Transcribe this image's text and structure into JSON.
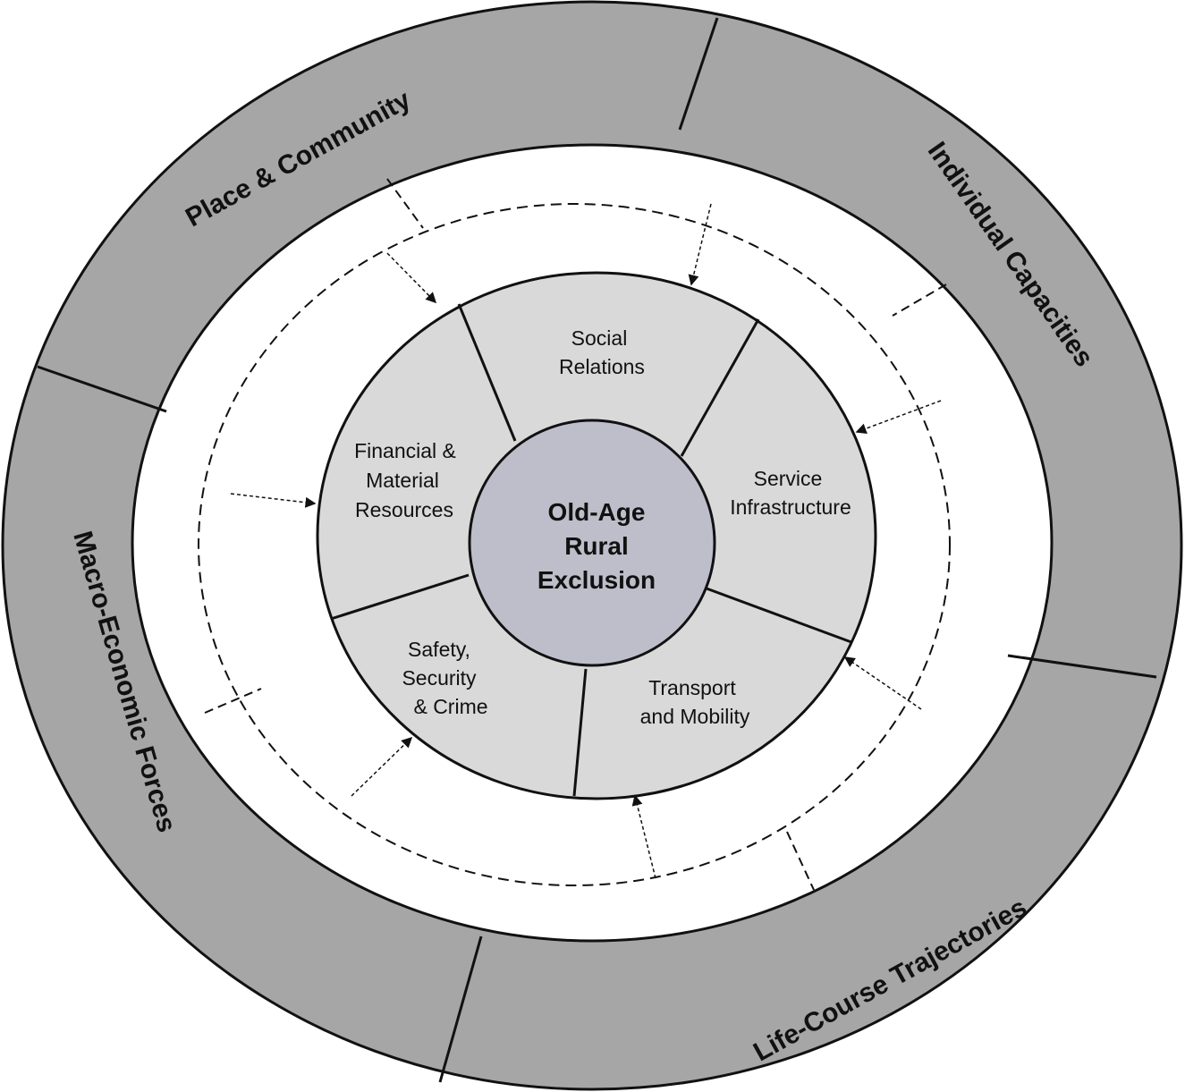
{
  "title": "Old-Age Rural Exclusion framework",
  "center": {
    "lines": [
      "Old-Age",
      "Rural",
      "Exclusion"
    ]
  },
  "outer_ring": [
    {
      "label": "Place & Community"
    },
    {
      "label": "Individual Capacities"
    },
    {
      "label": "Life-Course Trajectories"
    },
    {
      "label": "Macro-Economic Forces"
    }
  ],
  "domains": [
    {
      "lines": [
        "Social",
        "Relations"
      ]
    },
    {
      "lines": [
        "Service",
        "Infrastructure"
      ]
    },
    {
      "lines": [
        "Transport",
        "and Mobility"
      ]
    },
    {
      "lines": [
        "Safety,",
        "Security",
        "& Crime"
      ]
    },
    {
      "lines": [
        "Financial &",
        "Material",
        "Resources"
      ]
    }
  ],
  "colors": {
    "outer_ring": "#a6a6a6",
    "domains": "#d9d9d9",
    "center": "#bebecb",
    "stroke": "#111111"
  }
}
